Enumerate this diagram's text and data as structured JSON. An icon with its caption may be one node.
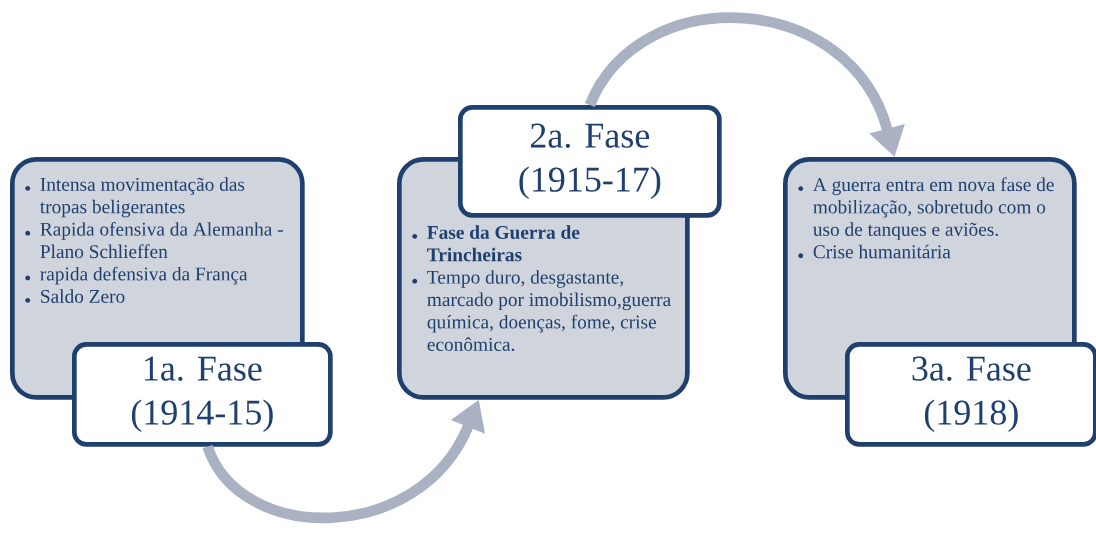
{
  "diagram": {
    "nodes": [
      {
        "text": [
          "Intensa movimentação das tropas beligerantes",
          "Rapida ofensiva da Alemanha - Plano Schlieffen",
          "rapida defensiva da França",
          "Saldo Zero"
        ]
      },
      {
        "text": [
          "1a. Fase (1914-15)"
        ]
      },
      {
        "text": [
          "Fase da Guerra de Trincheiras",
          "Tempo duro, desgastante, marcado por imobilismo,guerra química, doenças, fome, crise econômica."
        ]
      },
      {
        "text": [
          "2a. Fase (1915-17)"
        ]
      },
      {
        "text": [
          "A guerra entra em nova fase de mobilização, sobretudo com o uso de tanques e aviões.",
          "Crise humanitária"
        ]
      },
      {
        "text": [
          "3a. Fase (1918)"
        ]
      }
    ],
    "edges": [
      {
        "from": 1,
        "to": 2,
        "arrow": "to"
      },
      {
        "from": 3,
        "to": 4,
        "arrow": "to"
      }
    ]
  }
}
